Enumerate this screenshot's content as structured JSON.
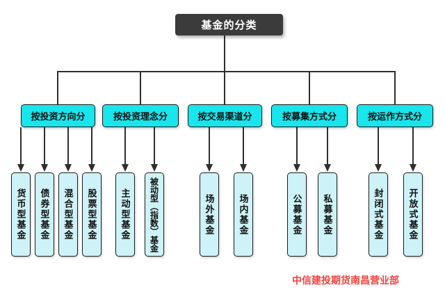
{
  "title": "基金的分类",
  "caption": "中信建投期货南昌营业部",
  "colors": {
    "title_bg": "#3b3b3b",
    "title_text": "#ffffff",
    "category_fill": "#18e6ec",
    "leaf_fill": "#cdf2f7",
    "border": "#1c1c1c",
    "line": "#2e2e2e",
    "caption": "#f5413c"
  },
  "groups": [
    {
      "label": "按投资方向分",
      "children": [
        "货币型基金",
        "债券型基金",
        "混合型基金",
        "股票型基金"
      ]
    },
    {
      "label": "按投资理念分",
      "children": [
        "主动型基金",
        "被动型（指数）基金"
      ]
    },
    {
      "label": "按交易渠道分",
      "children": [
        "场外基金",
        "场内基金"
      ]
    },
    {
      "label": "按募集方式分",
      "children": [
        "公募基金",
        "私募基金"
      ]
    },
    {
      "label": "按运作方式分",
      "children": [
        "封闭式基金",
        "开放式基金"
      ]
    }
  ]
}
